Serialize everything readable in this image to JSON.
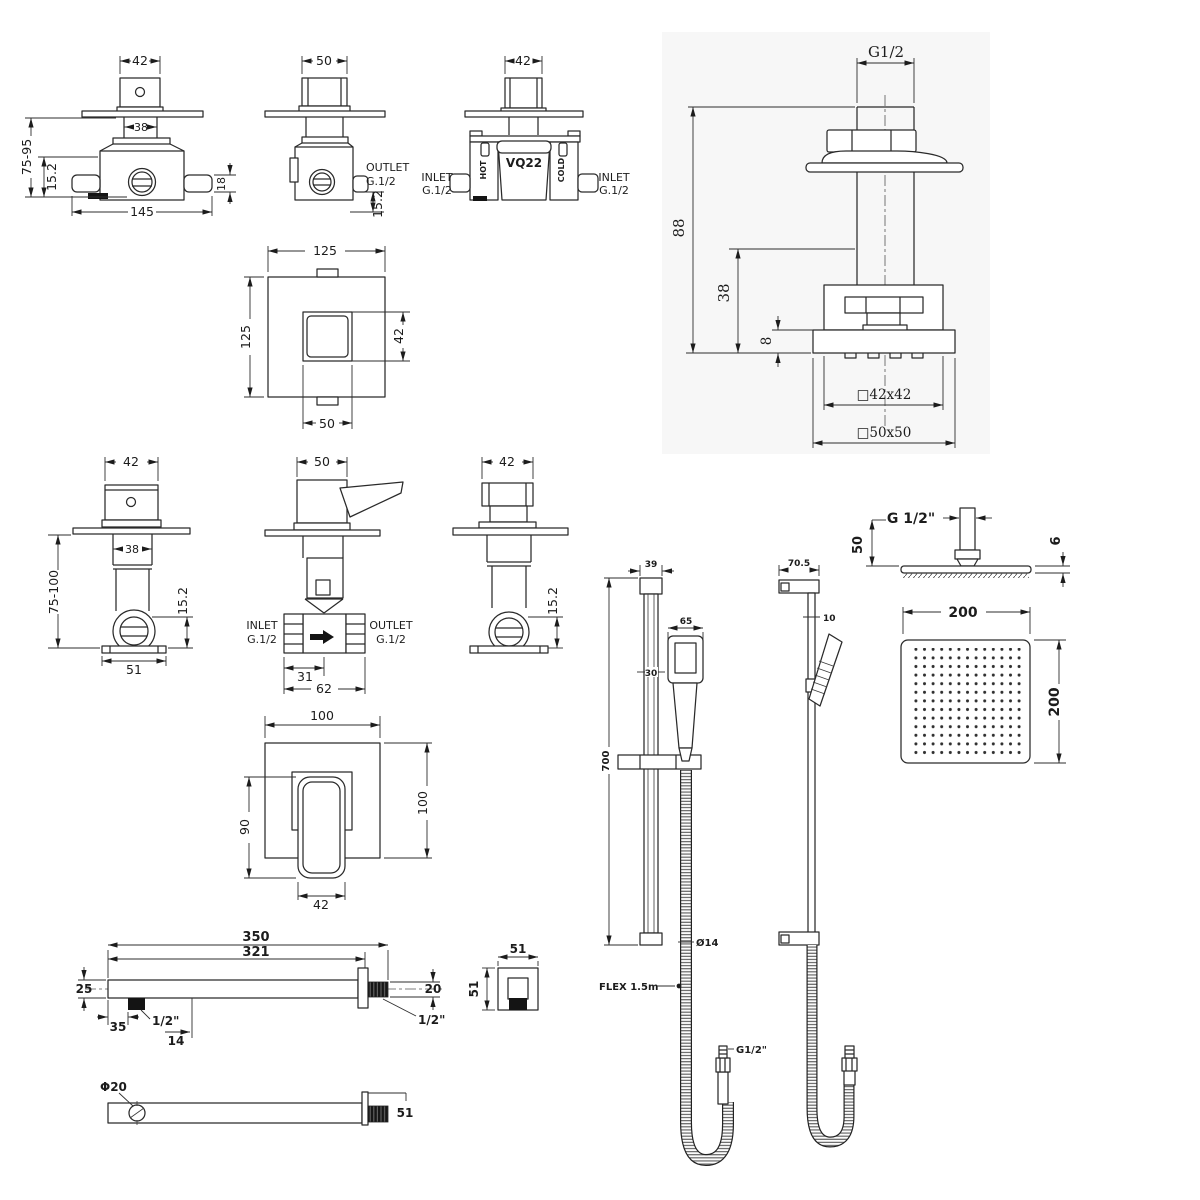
{
  "colors": {
    "line": "#2a2a2a",
    "fill_dark": "#141414",
    "background": "#ffffff"
  },
  "drawings": {
    "valve_a": {
      "dim_top": "42",
      "dim_stem": "38",
      "dim_depth": "75-95",
      "dim_offset": "15.2",
      "dim_port": "18",
      "dim_width": "145"
    },
    "valve_b": {
      "dim_top": "50",
      "outlet_line1": "OUTLET",
      "outlet_line2": "G.1/2",
      "dim_offset": "15.2"
    },
    "valve_c": {
      "dim_top": "42",
      "model": "VQ22",
      "hot_label": "HOT",
      "cold_label": "COLD",
      "inlet_left_line1": "INLET",
      "inlet_left_line2": "G.1/2",
      "inlet_right_line1": "INLET",
      "inlet_right_line2": "G.1/2"
    },
    "plate_a": {
      "dim_width": "125",
      "dim_height": "125",
      "dim_inner": "42",
      "dim_bottom": "50"
    },
    "ceiling_arm": {
      "thread": "G1/2",
      "dim_total": "88",
      "dim_body": "38",
      "dim_plate": "8",
      "dim_square_inner": "□42x42",
      "dim_square_outer": "□50x50"
    },
    "valve_d": {
      "dim_top": "42",
      "dim_stem": "38",
      "dim_depth": "75-100",
      "dim_offset": "15.2",
      "dim_base": "51"
    },
    "valve_e": {
      "dim_top": "50",
      "inlet_line1": "INLET",
      "inlet_line2": "G.1/2",
      "outlet_line1": "OUTLET",
      "outlet_line2": "G.1/2",
      "dim_center": "31",
      "dim_width": "62"
    },
    "valve_f": {
      "dim_top": "42",
      "dim_offset": "15.2"
    },
    "plate_b": {
      "dim_width": "100",
      "dim_height": "100",
      "dim_handle": "90",
      "dim_handle_w": "42"
    },
    "head": {
      "thread": "G 1/2\"",
      "dim_conn": "50",
      "dim_thick": "6",
      "dim_width": "200",
      "dim_height": "200"
    },
    "rail_front": {
      "dim_bracket": "39",
      "dim_rail": "30",
      "dim_height": "700",
      "dim_handset": "65",
      "hose_dia": "Ø14",
      "hose_flex": "FLEX 1.5m",
      "hose_thread": "G1/2\""
    },
    "rail_side": {
      "dim_bracket": "70.5",
      "dim_rail": "10"
    },
    "arm_a": {
      "dim_total": "350",
      "dim_inner": "321",
      "dim_h": "25",
      "dim_end": "20",
      "dim_offset": "35",
      "thread_left": "1/2\"",
      "dim_gap": "14",
      "thread_right": "1/2\""
    },
    "flange": {
      "dim_w": "51",
      "dim_h": "51"
    },
    "arm_b": {
      "dia": "Φ20",
      "dim_end": "51"
    }
  }
}
